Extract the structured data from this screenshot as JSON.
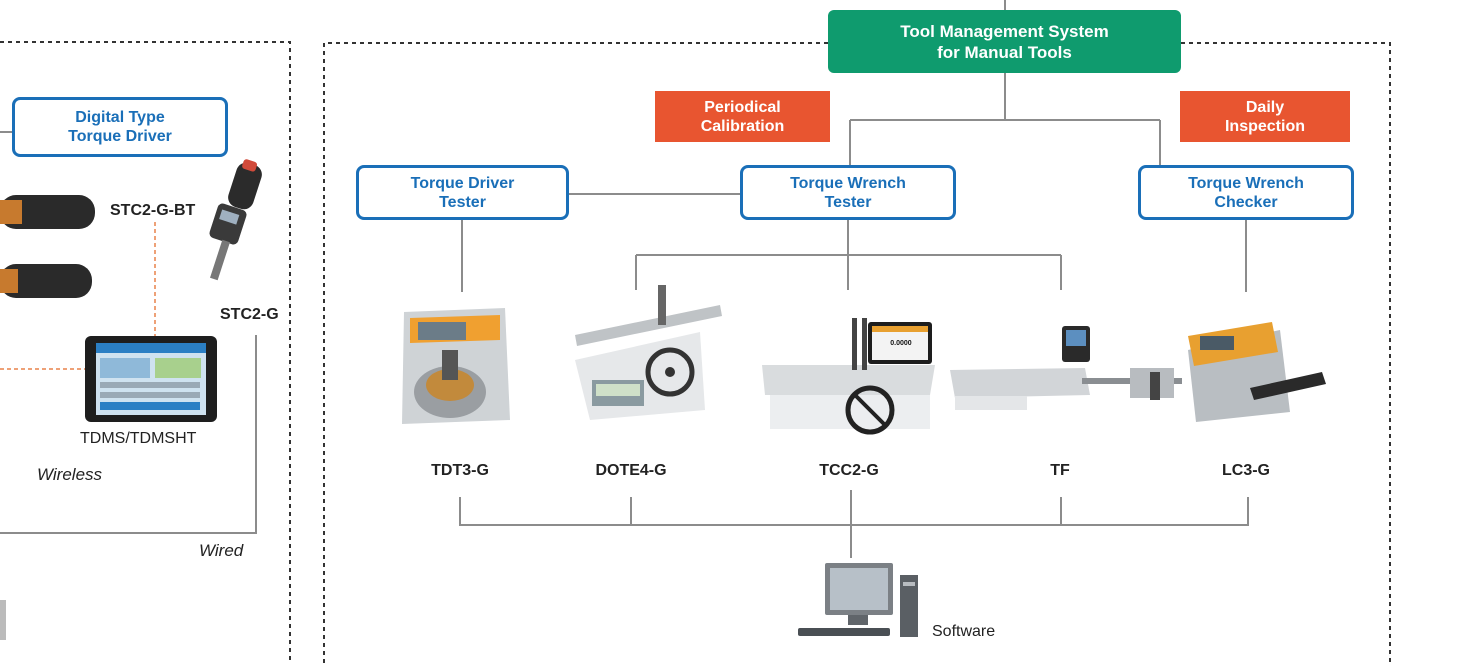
{
  "top_box": {
    "line1": "Tool Management System",
    "line2": "for Manual Tools"
  },
  "left_panel": {
    "digital_box": {
      "line1": "Digital Type",
      "line2": "Torque Driver"
    },
    "stc2_g_bt": "STC2-G-BT",
    "stc2_g": "STC2-G",
    "tdms": "TDMS/TDMSHT",
    "wireless": "Wireless",
    "wired": "Wired"
  },
  "badges": {
    "periodical": {
      "line1": "Periodical",
      "line2": "Calibration"
    },
    "daily": {
      "line1": "Daily",
      "line2": "Inspection"
    }
  },
  "testers": [
    {
      "line1": "Torque Driver",
      "line2": "Tester"
    },
    {
      "line1": "Torque Wrench",
      "line2": "Tester"
    },
    {
      "line1": "Torque Wrench",
      "line2": "Checker"
    }
  ],
  "tools": [
    "TDT3-G",
    "DOTE4-G",
    "TCC2-G",
    "TF",
    "LC3-G"
  ],
  "tcc_screen_value": "0.0000",
  "software": "Software",
  "colors": {
    "green": "#0f9b6e",
    "orange": "#e85530",
    "blue": "#1a6fb8",
    "connector": "#8c8c8c",
    "wireless_dash": "#e8824a"
  }
}
